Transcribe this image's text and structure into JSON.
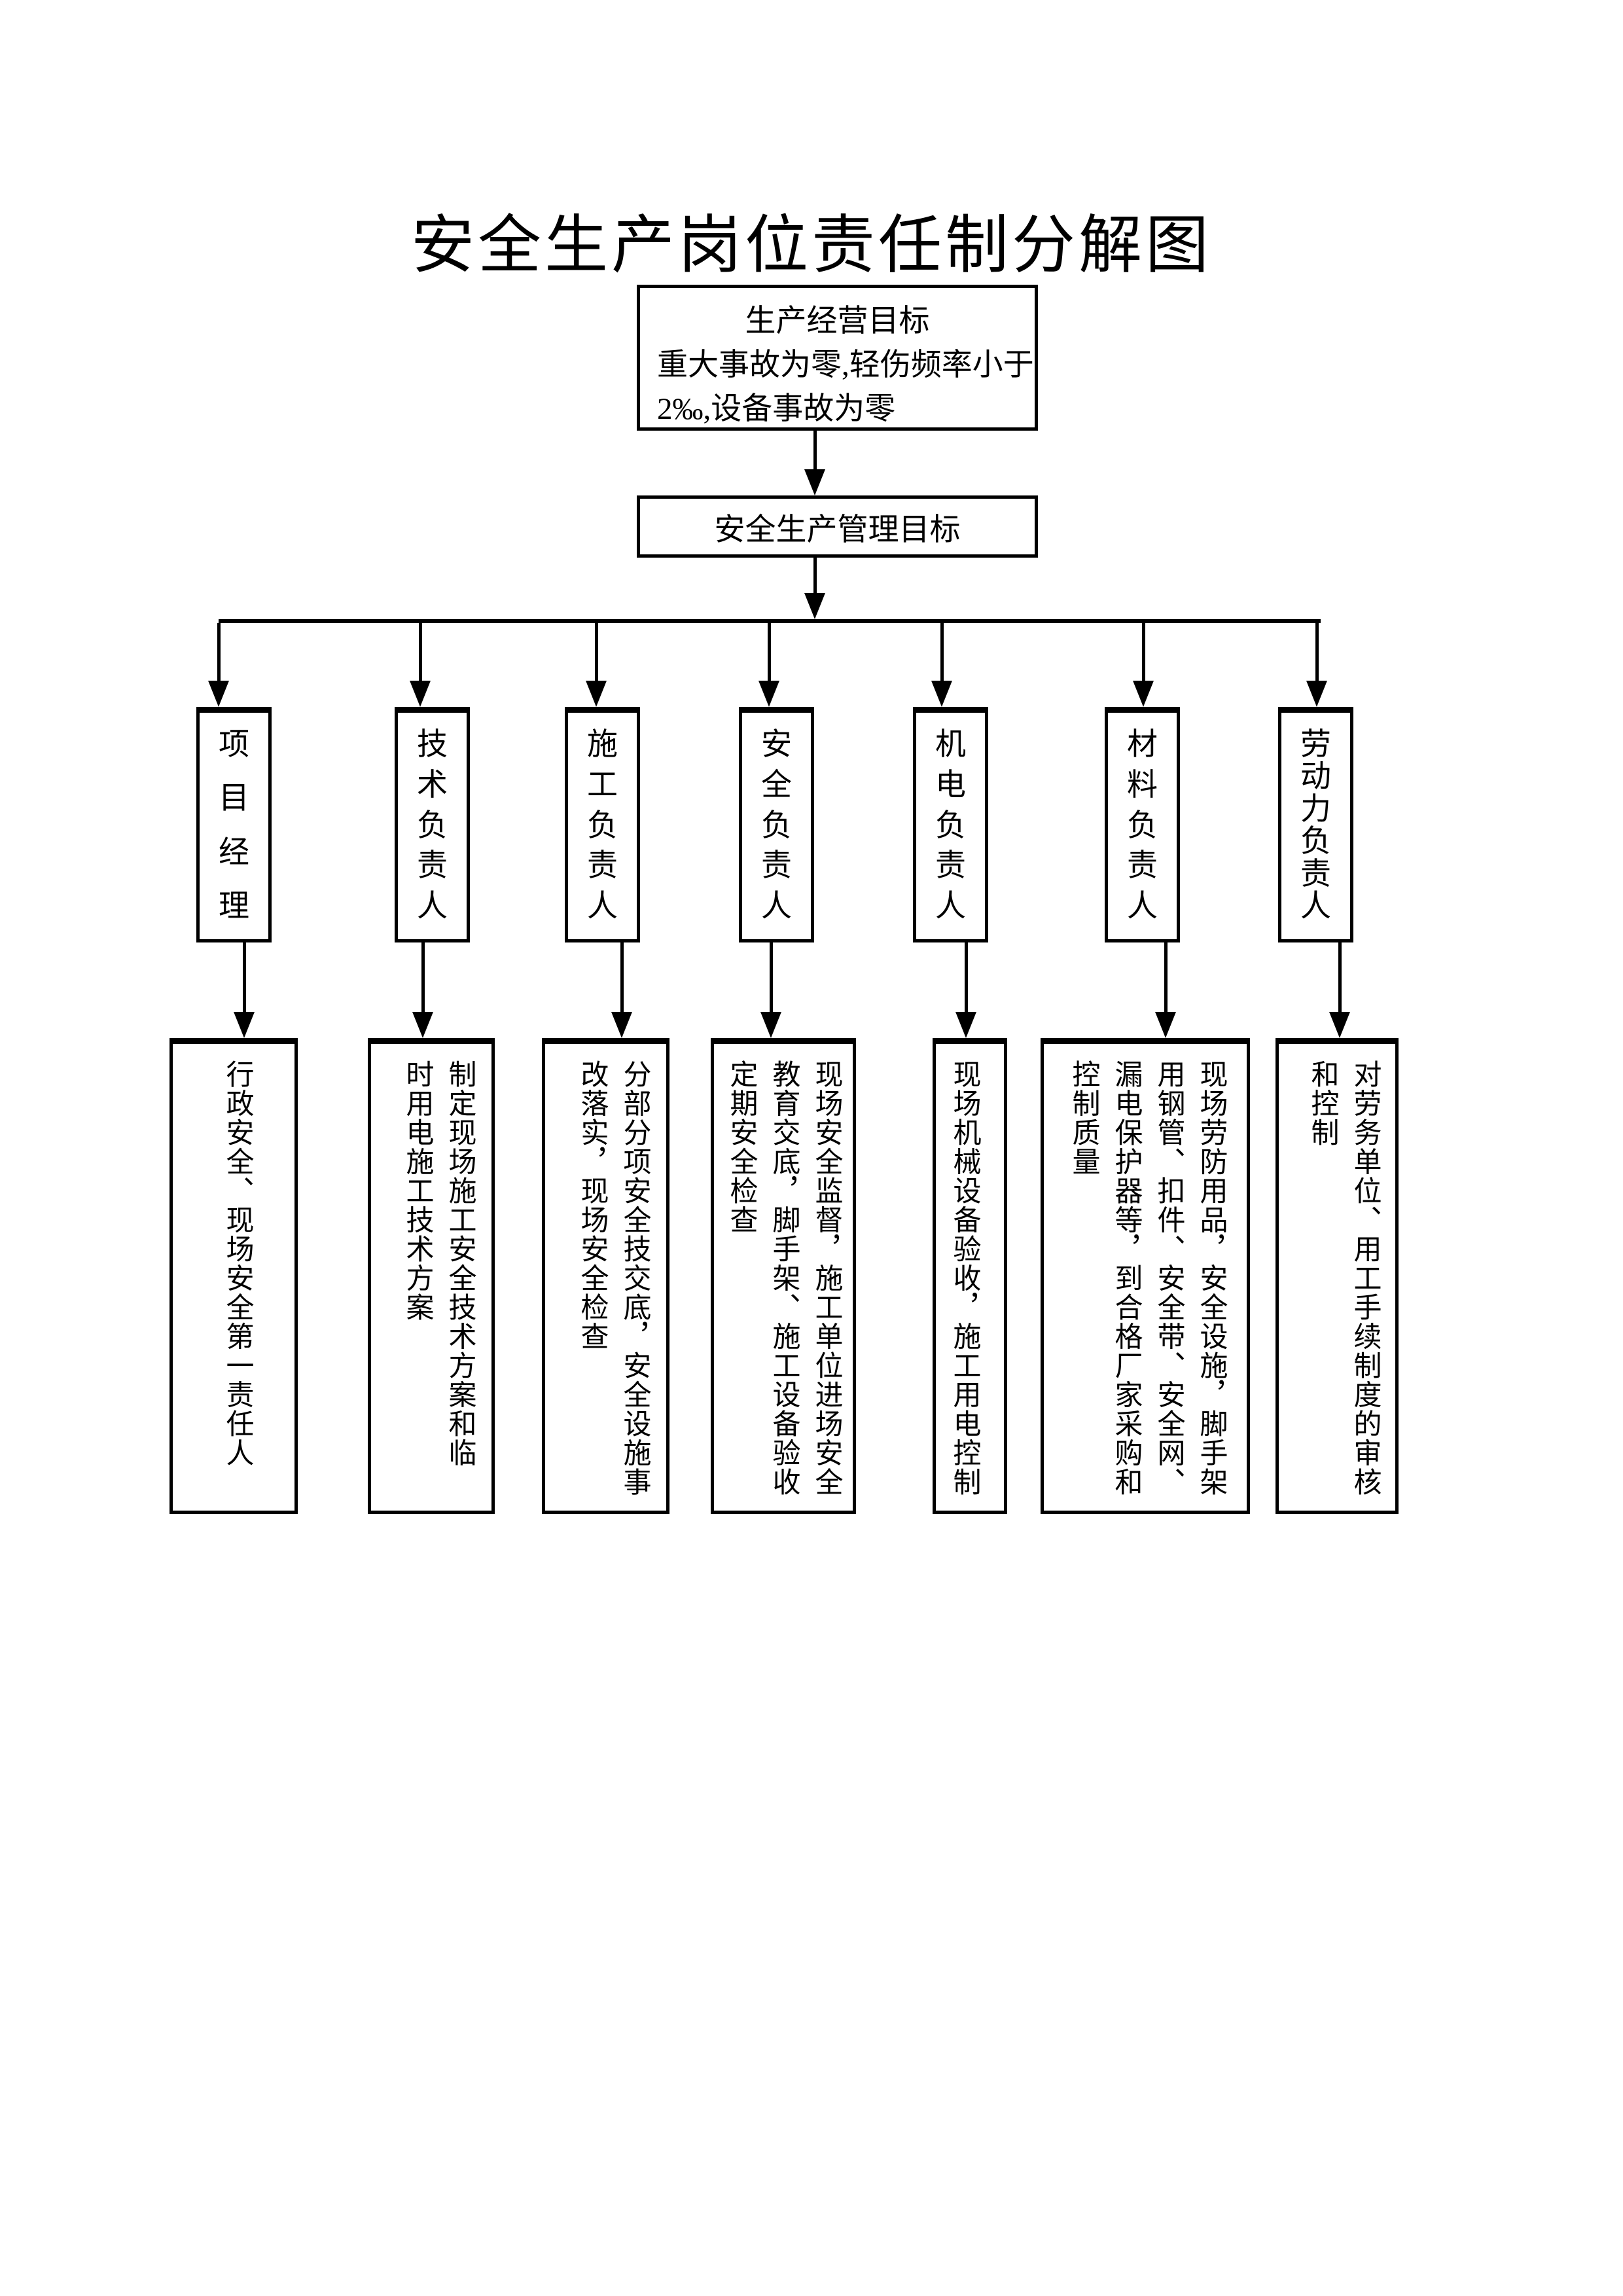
{
  "title": "安全生产岗位责任制分解图",
  "top_box": {
    "line1": "生产经营目标",
    "line2": "重大事故为零,轻伤频率小于",
    "line3": "2‰,设备事故为零"
  },
  "goal_box": {
    "label": "安全生产管理目标"
  },
  "columns": [
    {
      "role": "项目经理",
      "duties": [
        "行政安全、现场安全第一责任人"
      ]
    },
    {
      "role": "技术负责人",
      "duties": [
        "制定现场施工安全技术方案和临",
        "时用电施工技术方案"
      ]
    },
    {
      "role": "施工负责人",
      "duties": [
        "分部分项安全技交底，安全设施事",
        "改落实，现场安全检查"
      ]
    },
    {
      "role": "安全负责人",
      "duties": [
        "现场安全监督，施工单位进场安全",
        "教育交底，脚手架、施工设备验收",
        "定期安全检查"
      ]
    },
    {
      "role": "机电负责人",
      "duties": [
        "现场机械设备验收，施工用电控制"
      ]
    },
    {
      "role": "材料负责人",
      "duties": [
        "现场劳防用品，安全设施，脚手架",
        "用钢管、扣件、安全带、安全网、",
        "漏电保护器等，到合格厂家采购和",
        "控制质量"
      ]
    },
    {
      "role": "劳动力负责人",
      "duties": [
        "对劳务单位、用工手续制度的审核",
        "和控制"
      ]
    }
  ],
  "colors": {
    "ink": "#000000",
    "paper": "#ffffff"
  }
}
